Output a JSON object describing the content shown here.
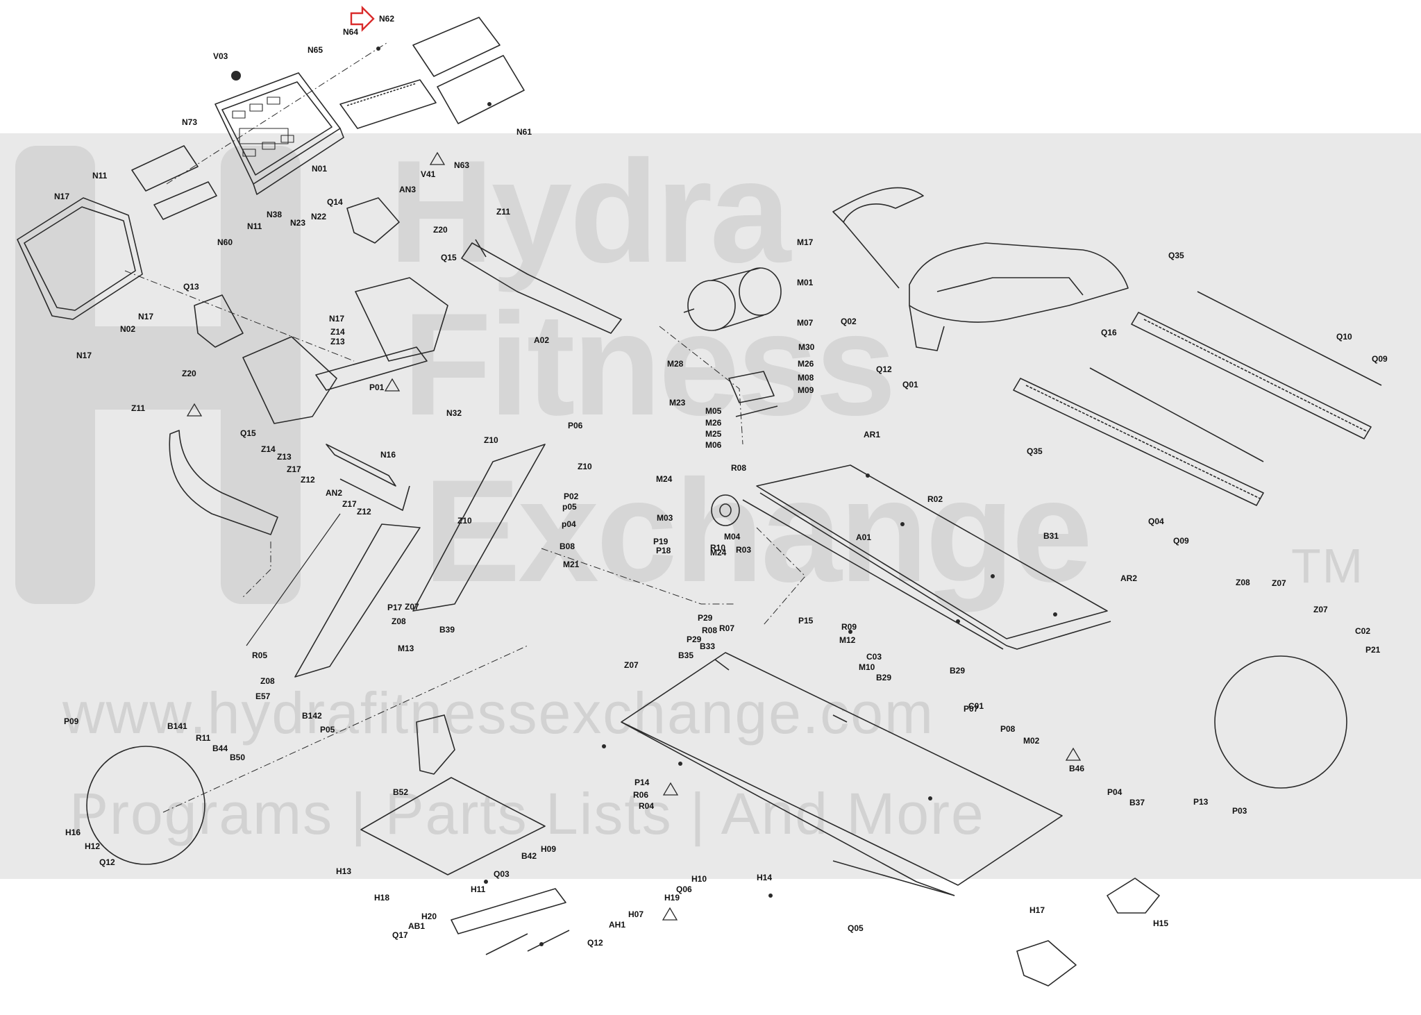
{
  "watermark": {
    "brand_line1": "Hydra",
    "brand_line2": "Fitness",
    "brand_line3": "Exchange",
    "trademark": "TM",
    "url": "www.hydrafitnessexchange.com",
    "tagline": "Programs | Parts Lists | And More"
  },
  "colors": {
    "line": "#2a2a2a",
    "band": "#e9e9e9",
    "watermark": "#d6d6d6",
    "arrow": "#d92b2b"
  },
  "callouts": [
    {
      "id": "N62",
      "text": "N62"
    },
    {
      "id": "N64",
      "text": "N64"
    },
    {
      "id": "V03",
      "text": "V03"
    },
    {
      "id": "N65",
      "text": "N65"
    },
    {
      "id": "N61",
      "text": "N61"
    },
    {
      "id": "N73",
      "text": "N73"
    },
    {
      "id": "N63",
      "text": "N63"
    },
    {
      "id": "V41",
      "text": "V41"
    },
    {
      "id": "N11a",
      "text": "N11"
    },
    {
      "id": "N01",
      "text": "N01"
    },
    {
      "id": "AN3a",
      "text": "AN3"
    },
    {
      "id": "N17a",
      "text": "N17"
    },
    {
      "id": "N38",
      "text": "N38"
    },
    {
      "id": "N22",
      "text": "N22"
    },
    {
      "id": "N23",
      "text": "N23"
    },
    {
      "id": "Q14",
      "text": "Q14"
    },
    {
      "id": "N11b",
      "text": "N11"
    },
    {
      "id": "Z11a",
      "text": "Z11"
    },
    {
      "id": "N60",
      "text": "N60"
    },
    {
      "id": "Z20a",
      "text": "Z20"
    },
    {
      "id": "M17",
      "text": "M17"
    },
    {
      "id": "Q35a",
      "text": "Q35"
    },
    {
      "id": "Q15a",
      "text": "Q15"
    },
    {
      "id": "Q13",
      "text": "Q13"
    },
    {
      "id": "M01",
      "text": "M01"
    },
    {
      "id": "N17b",
      "text": "N17"
    },
    {
      "id": "N02",
      "text": "N02"
    },
    {
      "id": "N17c",
      "text": "N17"
    },
    {
      "id": "N17d",
      "text": "N17"
    },
    {
      "id": "Z14a",
      "text": "Z14"
    },
    {
      "id": "Z13a",
      "text": "Z13"
    },
    {
      "id": "A02",
      "text": "A02"
    },
    {
      "id": "Q02",
      "text": "Q02"
    },
    {
      "id": "Q16",
      "text": "Q16"
    },
    {
      "id": "Q10",
      "text": "Q10"
    },
    {
      "id": "M07",
      "text": "M07"
    },
    {
      "id": "M30",
      "text": "M30"
    },
    {
      "id": "Q09a",
      "text": "Q09"
    },
    {
      "id": "Z20b",
      "text": "Z20"
    },
    {
      "id": "M28",
      "text": "M28"
    },
    {
      "id": "M26a",
      "text": "M26"
    },
    {
      "id": "Q12a",
      "text": "Q12"
    },
    {
      "id": "M08",
      "text": "M08"
    },
    {
      "id": "Q01",
      "text": "Q01"
    },
    {
      "id": "M23",
      "text": "M23"
    },
    {
      "id": "P01",
      "text": "P01"
    },
    {
      "id": "M09",
      "text": "M09"
    },
    {
      "id": "Z11b",
      "text": "Z11"
    },
    {
      "id": "N32",
      "text": "N32"
    },
    {
      "id": "M05",
      "text": "M05"
    },
    {
      "id": "M26b",
      "text": "M26"
    },
    {
      "id": "Q15b",
      "text": "Q15"
    },
    {
      "id": "P06",
      "text": "P06"
    },
    {
      "id": "M25",
      "text": "M25"
    },
    {
      "id": "M06",
      "text": "M06"
    },
    {
      "id": "Q35b",
      "text": "Q35"
    },
    {
      "id": "AR1",
      "text": "AR1"
    },
    {
      "id": "Z14b",
      "text": "Z14"
    },
    {
      "id": "N16",
      "text": "N16"
    },
    {
      "id": "Z13b",
      "text": "Z13"
    },
    {
      "id": "Z10a",
      "text": "Z10"
    },
    {
      "id": "Z17a",
      "text": "Z17"
    },
    {
      "id": "Z12a",
      "text": "Z12"
    },
    {
      "id": "Z10b",
      "text": "Z10"
    },
    {
      "id": "R08a",
      "text": "R08"
    },
    {
      "id": "M24a",
      "text": "M24"
    },
    {
      "id": "AN2",
      "text": "AN2"
    },
    {
      "id": "P02",
      "text": "P02"
    },
    {
      "id": "R02",
      "text": "R02"
    },
    {
      "id": "Z17b",
      "text": "Z17"
    },
    {
      "id": "Z12b",
      "text": "Z12"
    },
    {
      "id": "p05",
      "text": "p05"
    },
    {
      "id": "Q04",
      "text": "Q04"
    },
    {
      "id": "Q09b",
      "text": "Q09"
    },
    {
      "id": "M03",
      "text": "M03"
    },
    {
      "id": "p04",
      "text": "p04"
    },
    {
      "id": "M04",
      "text": "M04"
    },
    {
      "id": "A01",
      "text": "A01"
    },
    {
      "id": "Z10c",
      "text": "Z10"
    },
    {
      "id": "B31",
      "text": "B31"
    },
    {
      "id": "P19",
      "text": "P19"
    },
    {
      "id": "B08",
      "text": "B08"
    },
    {
      "id": "R10",
      "text": "R10"
    },
    {
      "id": "P18",
      "text": "P18"
    },
    {
      "id": "M24b",
      "text": "M24"
    },
    {
      "id": "R03",
      "text": "R03"
    },
    {
      "id": "M21",
      "text": "M21"
    },
    {
      "id": "AR2",
      "text": "AR2"
    },
    {
      "id": "Z08a",
      "text": "Z08"
    },
    {
      "id": "Z07a",
      "text": "Z07"
    },
    {
      "id": "P17",
      "text": "P17"
    },
    {
      "id": "Z07b",
      "text": "Z07"
    },
    {
      "id": "Z08b",
      "text": "Z08"
    },
    {
      "id": "B39",
      "text": "B39"
    },
    {
      "id": "Z07c",
      "text": "Z07"
    },
    {
      "id": "C02",
      "text": "C02"
    },
    {
      "id": "P29a",
      "text": "P29"
    },
    {
      "id": "P15",
      "text": "P15"
    },
    {
      "id": "P21",
      "text": "P21"
    },
    {
      "id": "R09",
      "text": "R09"
    },
    {
      "id": "R08b",
      "text": "R08"
    },
    {
      "id": "R07",
      "text": "R07"
    },
    {
      "id": "P29b",
      "text": "P29"
    },
    {
      "id": "M12",
      "text": "M12"
    },
    {
      "id": "B33",
      "text": "B33"
    },
    {
      "id": "C03",
      "text": "C03"
    },
    {
      "id": "M13",
      "text": "M13"
    },
    {
      "id": "R05",
      "text": "R05"
    },
    {
      "id": "B35",
      "text": "B35"
    },
    {
      "id": "M10",
      "text": "M10"
    },
    {
      "id": "Z07d",
      "text": "Z07"
    },
    {
      "id": "B29a",
      "text": "B29"
    },
    {
      "id": "Z08c",
      "text": "Z08"
    },
    {
      "id": "B29b",
      "text": "B29"
    },
    {
      "id": "E57",
      "text": "E57"
    },
    {
      "id": "C01",
      "text": "C01"
    },
    {
      "id": "P07",
      "text": "P07"
    },
    {
      "id": "B142",
      "text": "B142"
    },
    {
      "id": "P09",
      "text": "P09"
    },
    {
      "id": "P05",
      "text": "P05"
    },
    {
      "id": "B141",
      "text": "B141"
    },
    {
      "id": "P08",
      "text": "P08"
    },
    {
      "id": "R11",
      "text": "R11"
    },
    {
      "id": "B44",
      "text": "B44"
    },
    {
      "id": "M02",
      "text": "M02"
    },
    {
      "id": "B50",
      "text": "B50"
    },
    {
      "id": "B46",
      "text": "B46"
    },
    {
      "id": "P14",
      "text": "P14"
    },
    {
      "id": "B52",
      "text": "B52"
    },
    {
      "id": "R06",
      "text": "R06"
    },
    {
      "id": "R04",
      "text": "R04"
    },
    {
      "id": "P13",
      "text": "P13"
    },
    {
      "id": "P03",
      "text": "P03"
    },
    {
      "id": "P04",
      "text": "P04"
    },
    {
      "id": "B37",
      "text": "B37"
    },
    {
      "id": "H16",
      "text": "H16"
    },
    {
      "id": "H12",
      "text": "H12"
    },
    {
      "id": "Q12b",
      "text": "Q12"
    },
    {
      "id": "H14",
      "text": "H14"
    },
    {
      "id": "H09",
      "text": "H09"
    },
    {
      "id": "B42",
      "text": "B42"
    },
    {
      "id": "H13",
      "text": "H13"
    },
    {
      "id": "Q03",
      "text": "Q03"
    },
    {
      "id": "H10",
      "text": "H10"
    },
    {
      "id": "H17",
      "text": "H17"
    },
    {
      "id": "Q06",
      "text": "Q06"
    },
    {
      "id": "H18",
      "text": "H18"
    },
    {
      "id": "H11",
      "text": "H11"
    },
    {
      "id": "H19",
      "text": "H19"
    },
    {
      "id": "H15",
      "text": "H15"
    },
    {
      "id": "H20",
      "text": "H20"
    },
    {
      "id": "H07",
      "text": "H07"
    },
    {
      "id": "AB1",
      "text": "AB1"
    },
    {
      "id": "AH1",
      "text": "AH1"
    },
    {
      "id": "Q17",
      "text": "Q17"
    },
    {
      "id": "Q12c",
      "text": "Q12"
    },
    {
      "id": "Q05",
      "text": "Q05"
    }
  ]
}
